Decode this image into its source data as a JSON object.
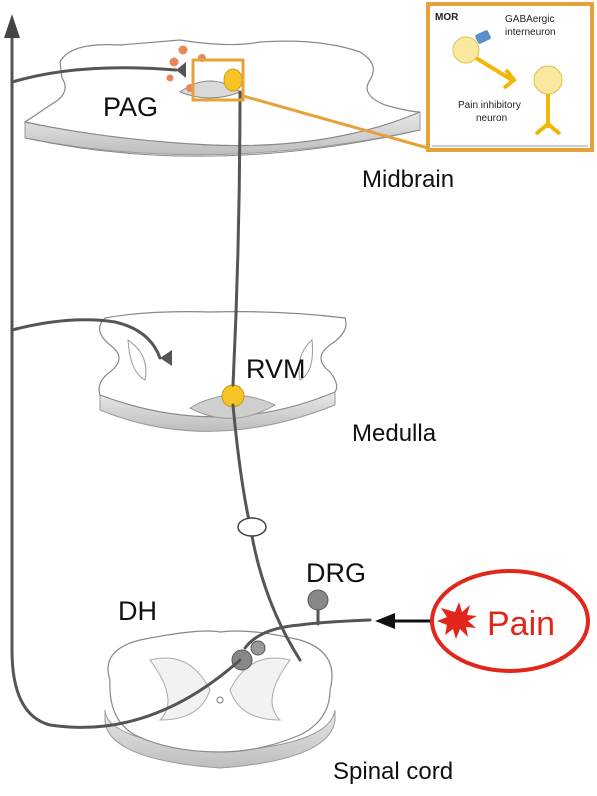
{
  "labels": {
    "pag": "PAG",
    "midbrain": "Midbrain",
    "rvm": "RVM",
    "medulla": "Medulla",
    "drg": "DRG",
    "dh": "DH",
    "spinal_cord": "Spinal cord"
  },
  "inset": {
    "mor": "MOR",
    "gaba_line1": "GABAergic",
    "gaba_line2": "interneuron",
    "pain_inh_line1": "Pain inhibitory",
    "pain_inh_line2": "neuron"
  },
  "pain": "Pain",
  "colors": {
    "orange": "#e8a13a",
    "yellow": "#f7c325",
    "pale_yellow": "#fbe8a0",
    "blue": "#5b8fc8",
    "red": "#e3261b",
    "pathway": "#555555"
  }
}
